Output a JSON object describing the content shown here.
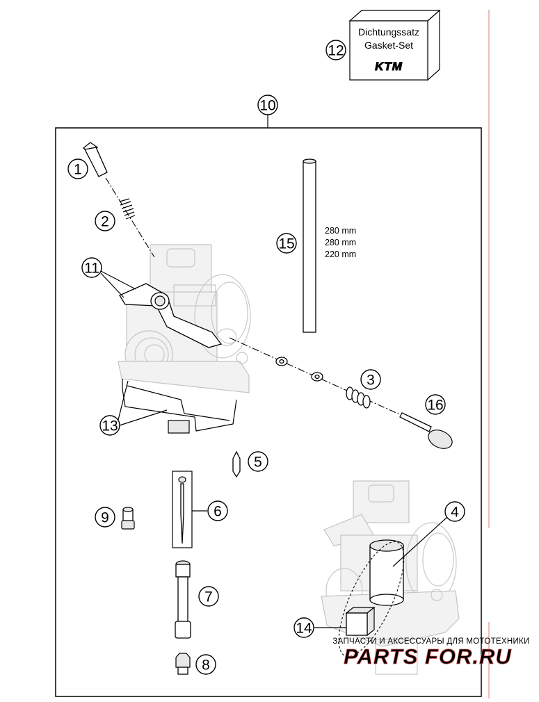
{
  "gasket_set": {
    "line1": "Dichtungssatz",
    "line2": "Gasket-Set",
    "logo": "KTM"
  },
  "callouts": {
    "c1": "1",
    "c2": "2",
    "c3": "3",
    "c4": "4",
    "c5": "5",
    "c6": "6",
    "c7": "7",
    "c8": "8",
    "c9": "9",
    "c10": "10",
    "c11": "11",
    "c12": "12",
    "c13": "13",
    "c14": "14",
    "c15": "15",
    "c16": "16"
  },
  "tube_lengths": [
    "280 mm",
    "280 mm",
    "220 mm"
  ],
  "watermark": {
    "tagline": "ЗАПЧАСТИ И АКСЕССУАРЫ ДЛЯ МОТОТЕХНИКИ",
    "brand": "PARTS FOR.RU"
  },
  "colors": {
    "margin_line": "#e8a0a0",
    "watermark_red": "#e05a5a"
  }
}
